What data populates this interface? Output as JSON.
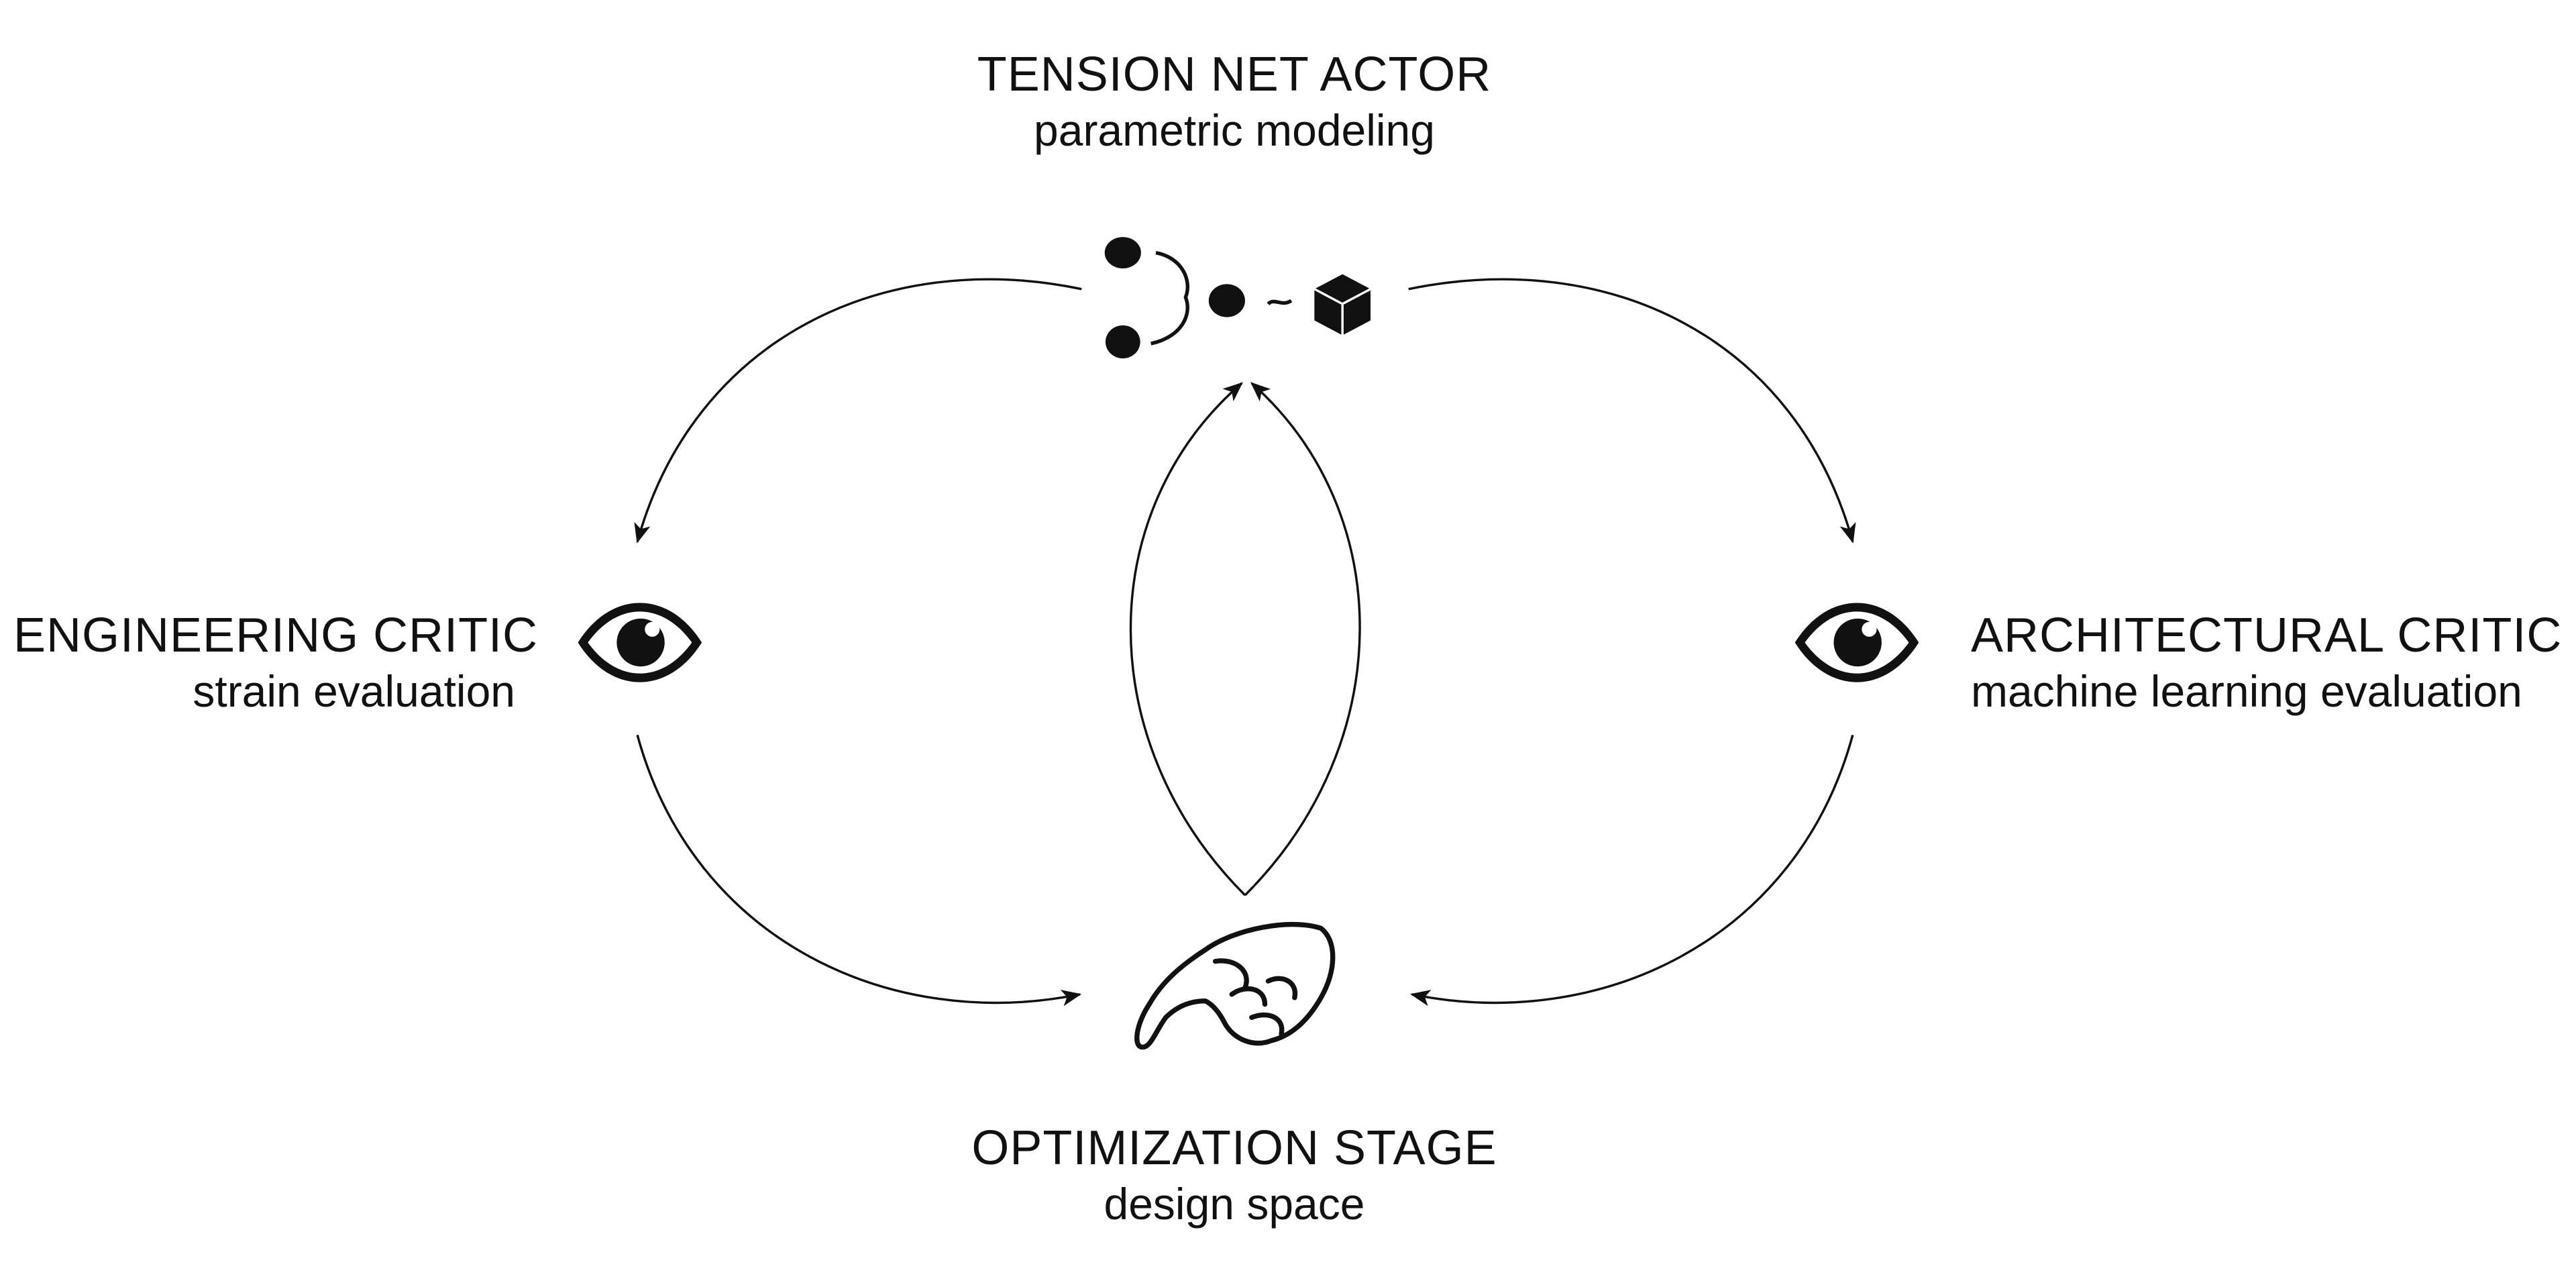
{
  "diagram": {
    "nodes": {
      "actor": {
        "title": "TENSION NET ACTOR",
        "subtitle": "parametric modeling"
      },
      "eng": {
        "title": "ENGINEERING CRITIC",
        "subtitle": "strain evaluation"
      },
      "arch": {
        "title": "ARCHITECTURAL CRITIC",
        "subtitle": "machine learning evaluation"
      },
      "opt": {
        "title": "OPTIMIZATION STAGE",
        "subtitle": "design space"
      }
    },
    "icons": {
      "actor": "parametric-model-icon",
      "eng": "eye-icon",
      "arch": "eye-icon",
      "opt": "pointing-hand-icon"
    },
    "edges": [
      {
        "from": "actor",
        "to": "eng"
      },
      {
        "from": "actor",
        "to": "arch"
      },
      {
        "from": "eng",
        "to": "opt"
      },
      {
        "from": "arch",
        "to": "opt"
      },
      {
        "from": "opt",
        "to": "actor"
      },
      {
        "from": "opt",
        "to": "actor"
      }
    ],
    "colors": {
      "ink": "#111111",
      "background": "#ffffff"
    }
  }
}
